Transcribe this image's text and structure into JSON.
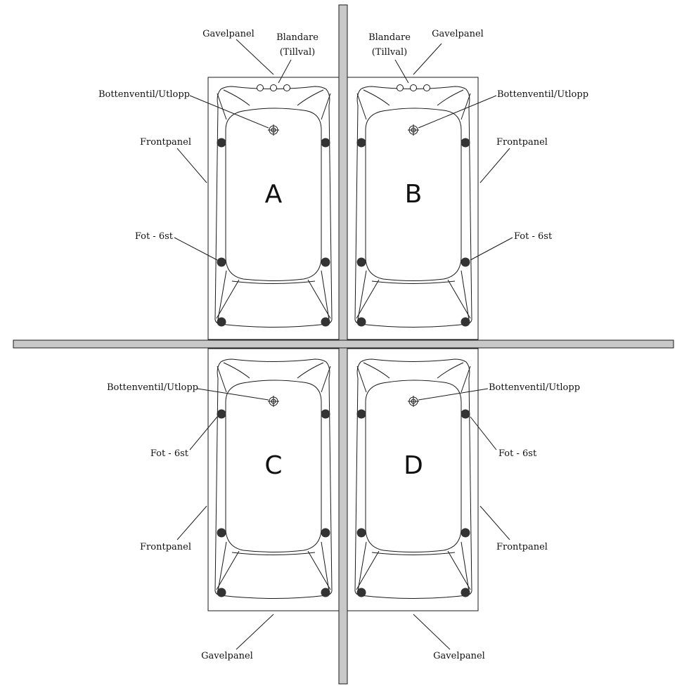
{
  "colors": {
    "wall_fill": "#c8c8c8",
    "line": "#1a1a1a",
    "foot": "#333333",
    "background": "#ffffff"
  },
  "tubs": {
    "A": {
      "letter": "A",
      "gavelpanel": "Gavelpanel",
      "blandare_line1": "Blandare",
      "blandare_line2": "(Tillval)",
      "bottenventil": "Bottenventil/Utlopp",
      "frontpanel": "Frontpanel",
      "fot": "Fot - 6st"
    },
    "B": {
      "letter": "B",
      "gavelpanel": "Gavelpanel",
      "blandare_line1": "Blandare",
      "blandare_line2": "(Tillval)",
      "bottenventil": "Bottenventil/Utlopp",
      "frontpanel": "Frontpanel",
      "fot": "Fot - 6st"
    },
    "C": {
      "letter": "C",
      "gavelpanel": "Gavelpanel",
      "bottenventil": "Bottenventil/Utlopp",
      "frontpanel": "Frontpanel",
      "fot": "Fot - 6st"
    },
    "D": {
      "letter": "D",
      "gavelpanel": "Gavelpanel",
      "bottenventil": "Bottenventil/Utlopp",
      "frontpanel": "Frontpanel",
      "fot": "Fot - 6st"
    }
  }
}
